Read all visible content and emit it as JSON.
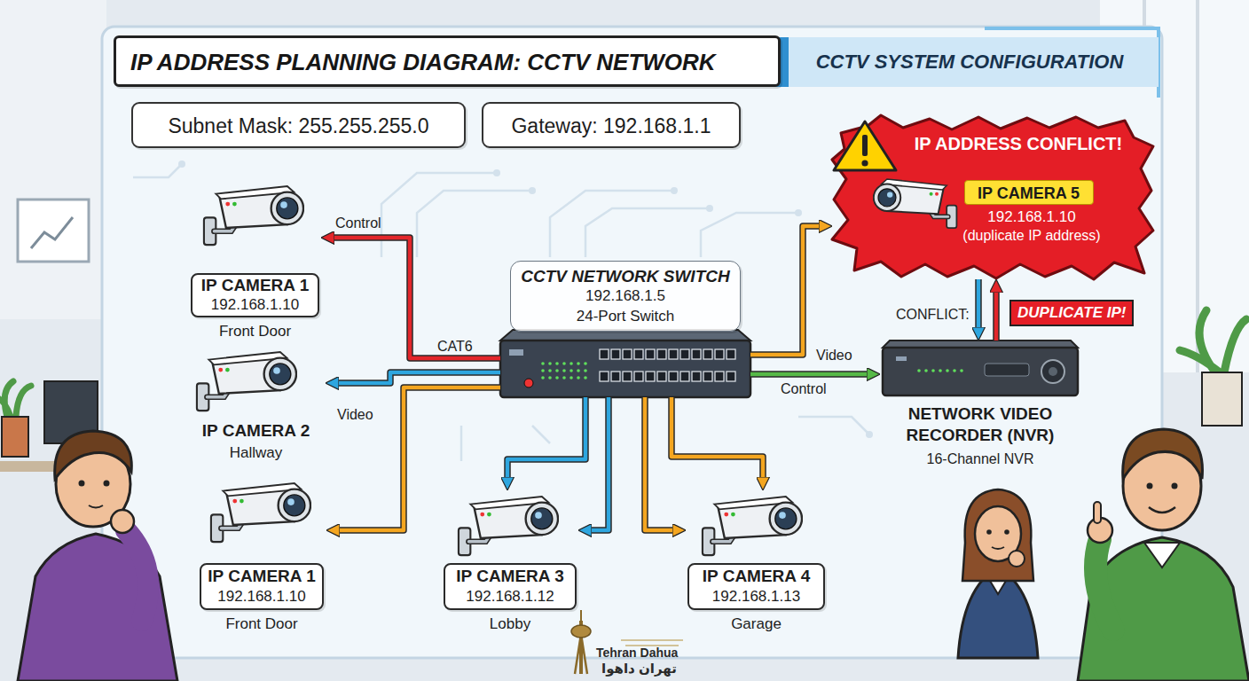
{
  "diagram": {
    "title": "IP ADDRESS PLANNING DIAGRAM: CCTV NETWORK",
    "nodes": [
      {
        "text": [
          "CCTV SYSTEM CONFIGURATION"
        ]
      },
      {
        "text": [
          "Subnet Mask: 255.255.255.0"
        ]
      },
      {
        "text": [
          "Gateway: 192.168.1.1"
        ]
      },
      {
        "text": [
          "IP ADDRESS CONFLICT!",
          "192.168.1.10",
          "(duplicate IP address)"
        ]
      },
      {
        "text": [
          "IP CAMERA 5"
        ],
        "in": 3
      },
      {
        "text": [
          "IP CAMERA 1",
          "192.168.1.10",
          "Front Door"
        ]
      },
      {
        "text": [
          "CCTV NETWORK SWITCH",
          "192.168.1.5",
          "24-Port Switch"
        ]
      },
      {
        "text": [
          "IP CAMERA 2",
          "Hallway"
        ]
      },
      {
        "text": [
          "NETWORK VIDEO RECORDER (NVR)",
          "16-Channel NVR"
        ]
      },
      {
        "text": [
          "IP CAMERA 1",
          "192.168.1.10",
          "Front Door"
        ]
      },
      {
        "text": [
          "IP CAMERA 3",
          "192.168.1.12",
          "Lobby"
        ]
      },
      {
        "text": [
          "IP CAMERA 4",
          "192.168.1.13",
          "Garage"
        ]
      }
    ],
    "edges": [
      {
        "from": 6,
        "to": 5,
        "arrow": "to",
        "label": "Control"
      },
      {
        "from": 6,
        "to": 7,
        "arrow": "to",
        "label": "Video"
      },
      {
        "from": 6,
        "to": 9,
        "arrow": "to"
      },
      {
        "from": 6,
        "to": 10,
        "arrow": "to"
      },
      {
        "from": 6,
        "to": 10,
        "arrow": "to"
      },
      {
        "from": 6,
        "to": 11,
        "arrow": "to"
      },
      {
        "from": 6,
        "to": 11,
        "arrow": "to"
      },
      {
        "from": 6,
        "to": 3,
        "arrow": "to",
        "label": "Video"
      },
      {
        "from": 6,
        "to": 8,
        "arrow": "to",
        "label": "Control"
      },
      {
        "from": 3,
        "to": 8,
        "arrow": "to",
        "label": "CONFLICT:"
      },
      {
        "from": 8,
        "to": 3,
        "arrow": "to",
        "label": "DUPLICATE IP!"
      }
    ],
    "labels": [
      "CAT6",
      "Tehran Dahua",
      "تهران داهوا"
    ]
  }
}
